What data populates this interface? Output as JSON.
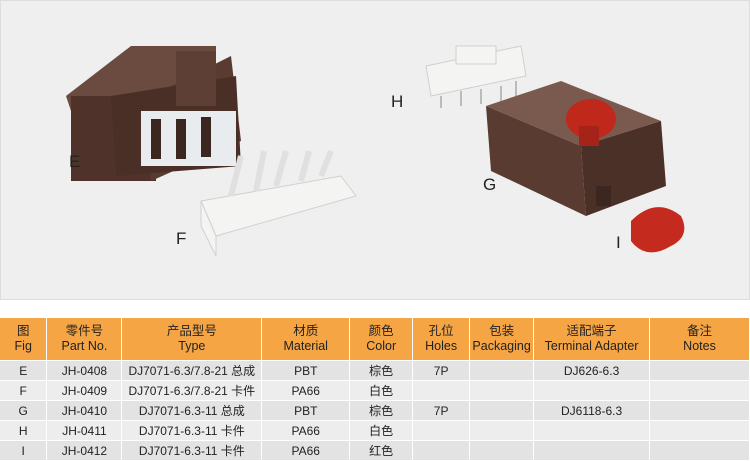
{
  "figure_labels": {
    "E": "E",
    "F": "F",
    "G": "G",
    "H": "H",
    "I": "I"
  },
  "colors": {
    "header": "#f6a545",
    "brown": "#5a3a30",
    "red": "#c0281c"
  },
  "table": {
    "headers": [
      {
        "cn": "图",
        "en": "Fig"
      },
      {
        "cn": "零件号",
        "en": "Part No."
      },
      {
        "cn": "产品型号",
        "en": "Type"
      },
      {
        "cn": "材质",
        "en": "Material"
      },
      {
        "cn": "颜色",
        "en": "Color"
      },
      {
        "cn": "孔位",
        "en": "Holes"
      },
      {
        "cn": "包装",
        "en": "Packaging"
      },
      {
        "cn": "适配端子",
        "en": "Terminal Adapter"
      },
      {
        "cn": "备注",
        "en": "Notes"
      }
    ],
    "rows": [
      [
        "E",
        "JH-0408",
        "DJ7071-6.3/7.8-21 总成",
        "PBT",
        "棕色",
        "7P",
        "",
        "DJ626-6.3",
        ""
      ],
      [
        "F",
        "JH-0409",
        "DJ7071-6.3/7.8-21 卡件",
        "PA66",
        "白色",
        "",
        "",
        "",
        ""
      ],
      [
        "G",
        "JH-0410",
        "DJ7071-6.3-11 总成",
        "PBT",
        "棕色",
        "7P",
        "",
        "DJ6118-6.3",
        ""
      ],
      [
        "H",
        "JH-0411",
        "DJ7071-6.3-11 卡件",
        "PA66",
        "白色",
        "",
        "",
        "",
        ""
      ],
      [
        "I",
        "JH-0412",
        "DJ7071-6.3-11 卡件",
        "PA66",
        "红色",
        "",
        "",
        "",
        ""
      ]
    ]
  }
}
